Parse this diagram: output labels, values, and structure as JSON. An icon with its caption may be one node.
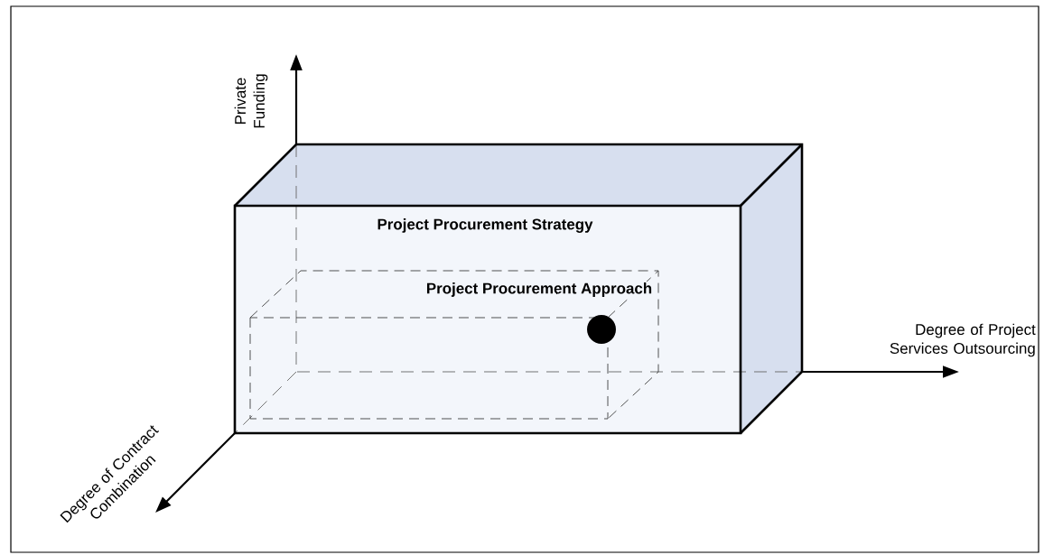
{
  "diagram": {
    "nodes": [
      {
        "text": [
          "Project Procurement Strategy"
        ]
      },
      {
        "text": [
          "Project Procurement Approach"
        ],
        "in": 0
      }
    ],
    "labels": [
      "Private Funding",
      "Degree of Project Services Outsourcing",
      "Degree of Contract Combination"
    ]
  }
}
